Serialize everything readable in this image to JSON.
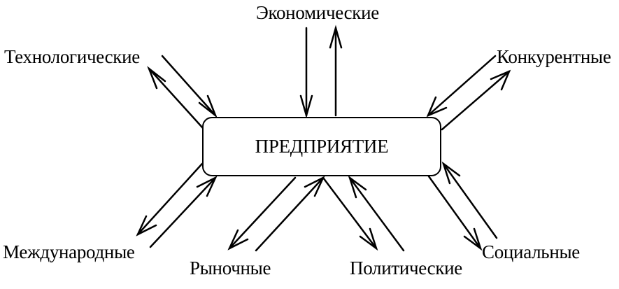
{
  "center": {
    "label": "ПРЕДПРИЯТИЕ"
  },
  "factors": {
    "economic": "Экономические",
    "technological": "Технологические",
    "competitive": "Конкурентные",
    "international": "Международные",
    "market": "Рыночные",
    "political": "Политические",
    "social": "Социальные"
  },
  "style": {
    "stroke": "#000000",
    "background": "#ffffff"
  }
}
